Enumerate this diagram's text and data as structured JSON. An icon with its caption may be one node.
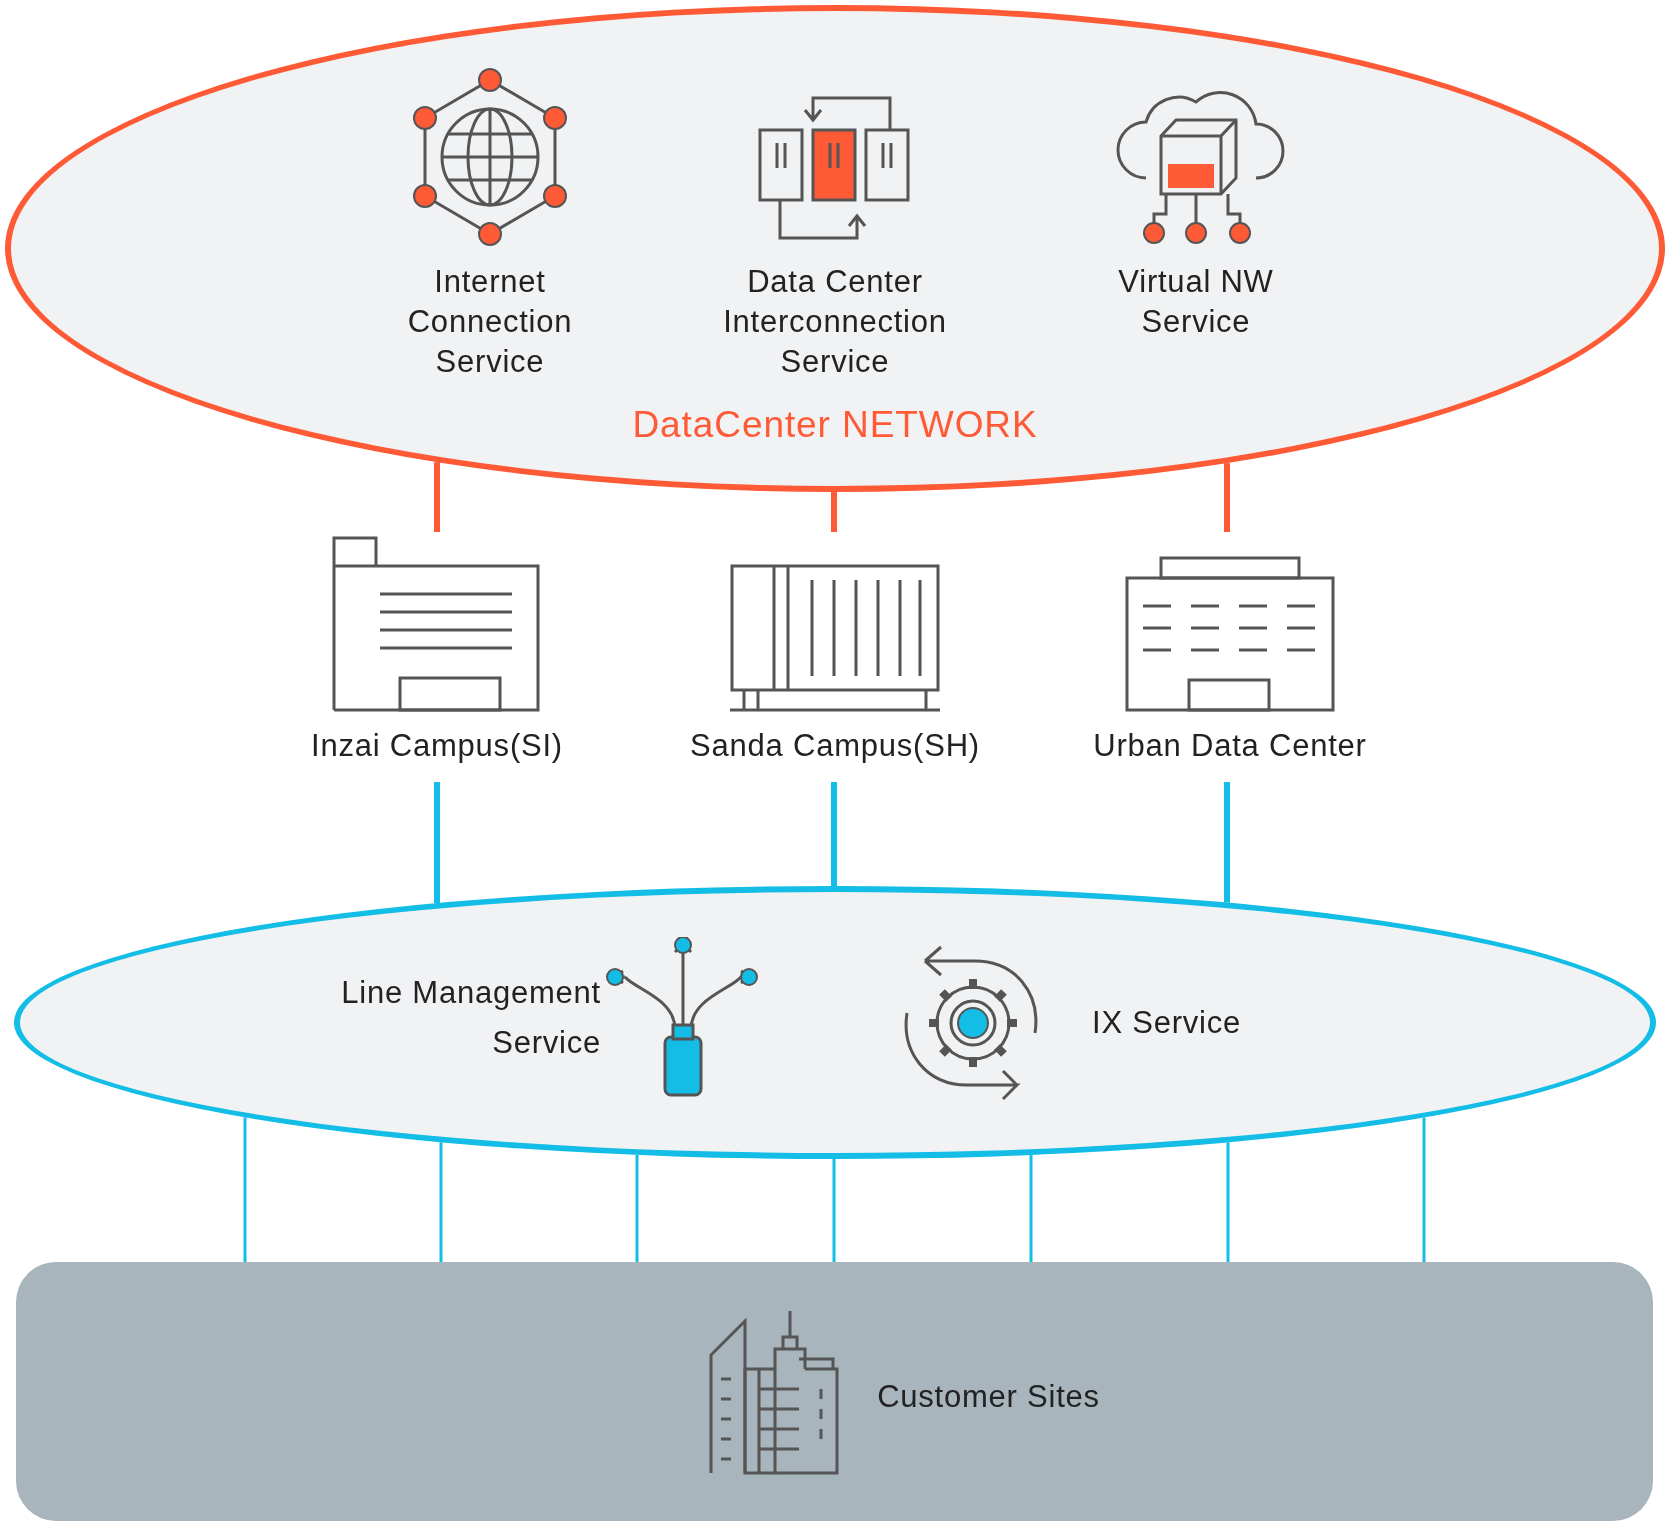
{
  "diagram": {
    "nodes": [
      {
        "text": [
          "DataCenter NETWORK"
        ]
      },
      {
        "text": [
          "Internet Connection Service"
        ],
        "in": 0
      },
      {
        "text": [
          "Data Center Interconnection Service"
        ],
        "in": 0
      },
      {
        "text": [
          "Virtual NW Service"
        ],
        "in": 0
      },
      {
        "text": [
          "Inzai Campus(SI)"
        ]
      },
      {
        "text": [
          "Sanda Campus(SH)"
        ]
      },
      {
        "text": [
          "Urban Data Center"
        ]
      },
      {
        "text": [],
        "shape": "ellipse"
      },
      {
        "text": [
          "Line Management Service"
        ],
        "in": 7
      },
      {
        "text": [
          "IX Service"
        ],
        "in": 7
      },
      {
        "text": [
          "Customer Sites"
        ]
      }
    ],
    "edges": [
      {
        "from": 0,
        "to": 4,
        "arrow": "none",
        "style": "thick",
        "color": "#ff5a36"
      },
      {
        "from": 0,
        "to": 5,
        "arrow": "none",
        "style": "thick",
        "color": "#ff5a36"
      },
      {
        "from": 0,
        "to": 6,
        "arrow": "none",
        "style": "thick",
        "color": "#ff5a36"
      },
      {
        "from": 4,
        "to": 7,
        "arrow": "none",
        "style": "thick"
      },
      {
        "from": 5,
        "to": 7,
        "arrow": "none",
        "style": "thick"
      },
      {
        "from": 6,
        "to": 7,
        "arrow": "none",
        "style": "thick"
      },
      {
        "from": 7,
        "to": 10,
        "arrow": "none"
      },
      {
        "from": 7,
        "to": 10,
        "arrow": "none"
      },
      {
        "from": 7,
        "to": 10,
        "arrow": "none"
      },
      {
        "from": 7,
        "to": 10,
        "arrow": "none"
      },
      {
        "from": 7,
        "to": 10,
        "arrow": "none"
      },
      {
        "from": 7,
        "to": 10,
        "arrow": "none"
      },
      {
        "from": 7,
        "to": 10,
        "arrow": "none"
      }
    ]
  }
}
